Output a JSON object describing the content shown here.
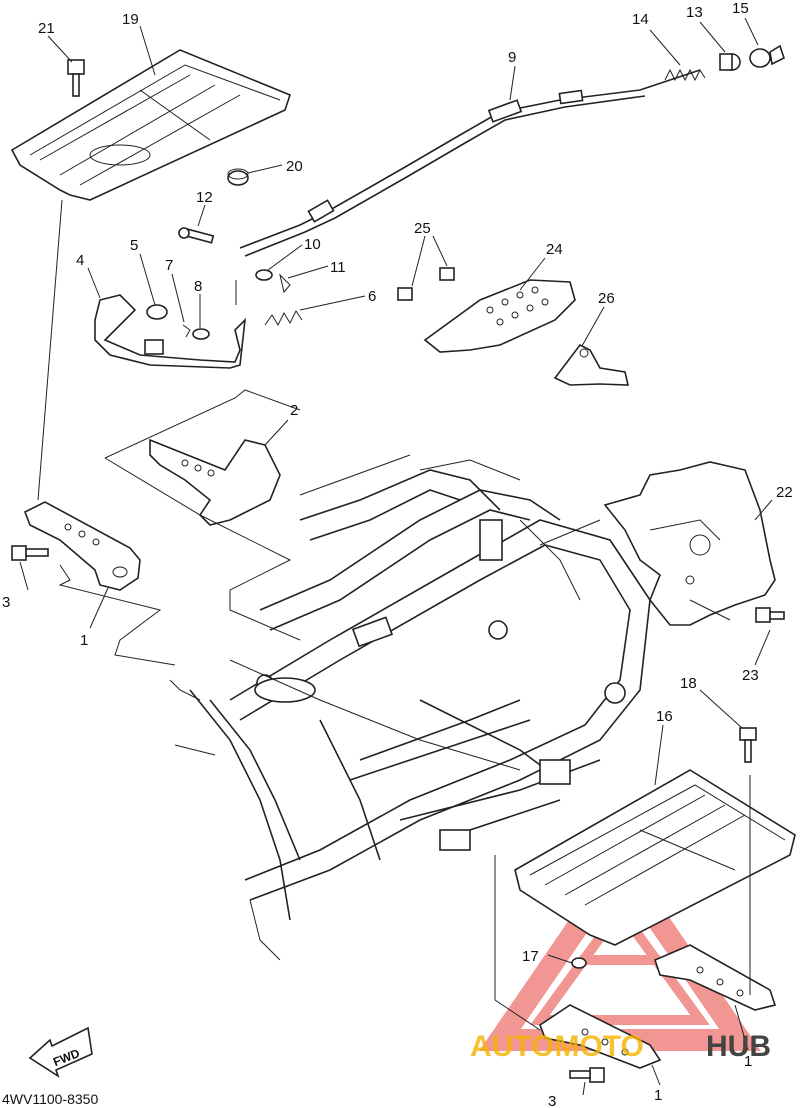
{
  "diagram_code": "4WV1100-8350",
  "fwd_label": "FWD",
  "watermark": {
    "text_part1": "AUTOMOTO",
    "text_part2": "HUB",
    "color_primary": "#e8413b",
    "color_secondary": "#444444",
    "color_yellow": "#f5b400"
  },
  "callouts": [
    "1",
    "1",
    "1",
    "2",
    "3",
    "3",
    "4",
    "5",
    "6",
    "7",
    "8",
    "9",
    "10",
    "11",
    "12",
    "13",
    "14",
    "15",
    "16",
    "17",
    "18",
    "19",
    "20",
    "21",
    "22",
    "23",
    "24",
    "25",
    "26"
  ]
}
